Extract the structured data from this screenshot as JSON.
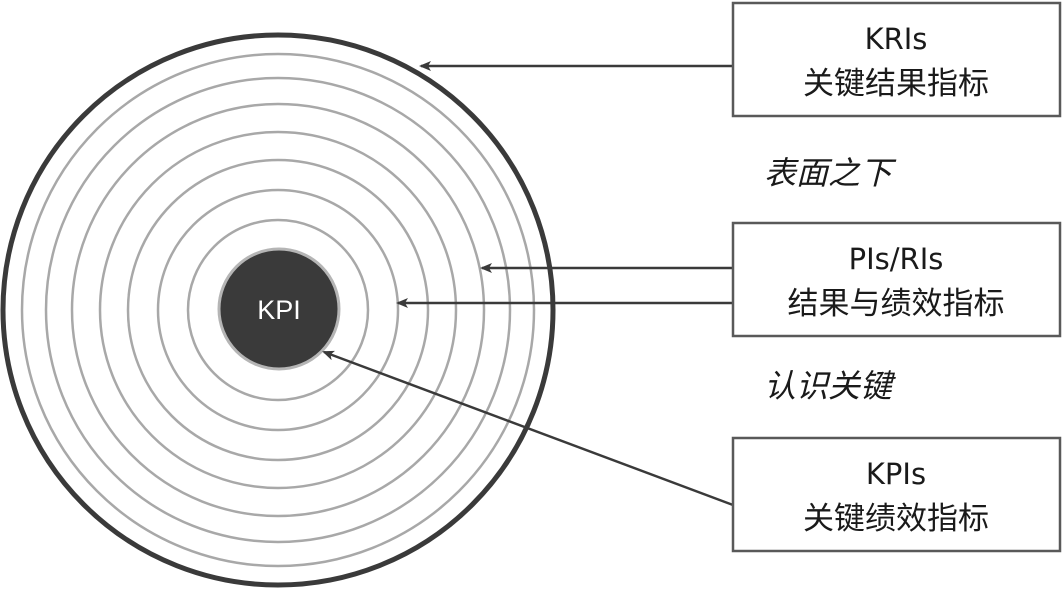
{
  "core": {
    "label": "KPI",
    "fill": "#3a3a3a"
  },
  "boxes": [
    {
      "title": "KRIs",
      "subtitle": "关键结果指标"
    },
    {
      "title": "PIs/RIs",
      "subtitle": "结果与绩效指标"
    },
    {
      "title": "KPIs",
      "subtitle": "关键绩效指标"
    }
  ],
  "annotations": {
    "below_surface": "表面之下",
    "know_key": "认识关键"
  },
  "colors": {
    "outer_ring": "#3a3a3a",
    "inner_rings": "#a8a8a8",
    "arrows": "#3a3a3a",
    "box_border": "#595959"
  }
}
